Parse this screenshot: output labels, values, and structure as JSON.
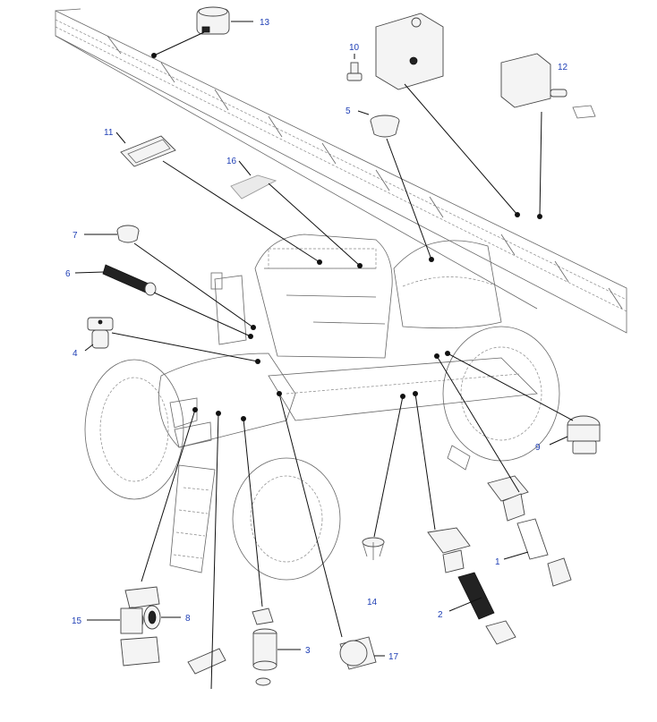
{
  "callouts": [
    {
      "id": "c1",
      "label": "1"
    },
    {
      "id": "c2",
      "label": "2"
    },
    {
      "id": "c3",
      "label": "3"
    },
    {
      "id": "c4",
      "label": "4"
    },
    {
      "id": "c5",
      "label": "5"
    },
    {
      "id": "c6",
      "label": "6"
    },
    {
      "id": "c7",
      "label": "7"
    },
    {
      "id": "c8",
      "label": "8"
    },
    {
      "id": "c9",
      "label": "9"
    },
    {
      "id": "c10",
      "label": "10"
    },
    {
      "id": "c11",
      "label": "11"
    },
    {
      "id": "c12",
      "label": "12"
    },
    {
      "id": "c13",
      "label": "13"
    },
    {
      "id": "c14",
      "label": "14"
    },
    {
      "id": "c15",
      "label": "15"
    },
    {
      "id": "c16",
      "label": "16"
    },
    {
      "id": "c17",
      "label": "17"
    }
  ],
  "colors": {
    "callout_text": "#1f3fb5",
    "line": "#111111",
    "sketch": "#666666"
  }
}
